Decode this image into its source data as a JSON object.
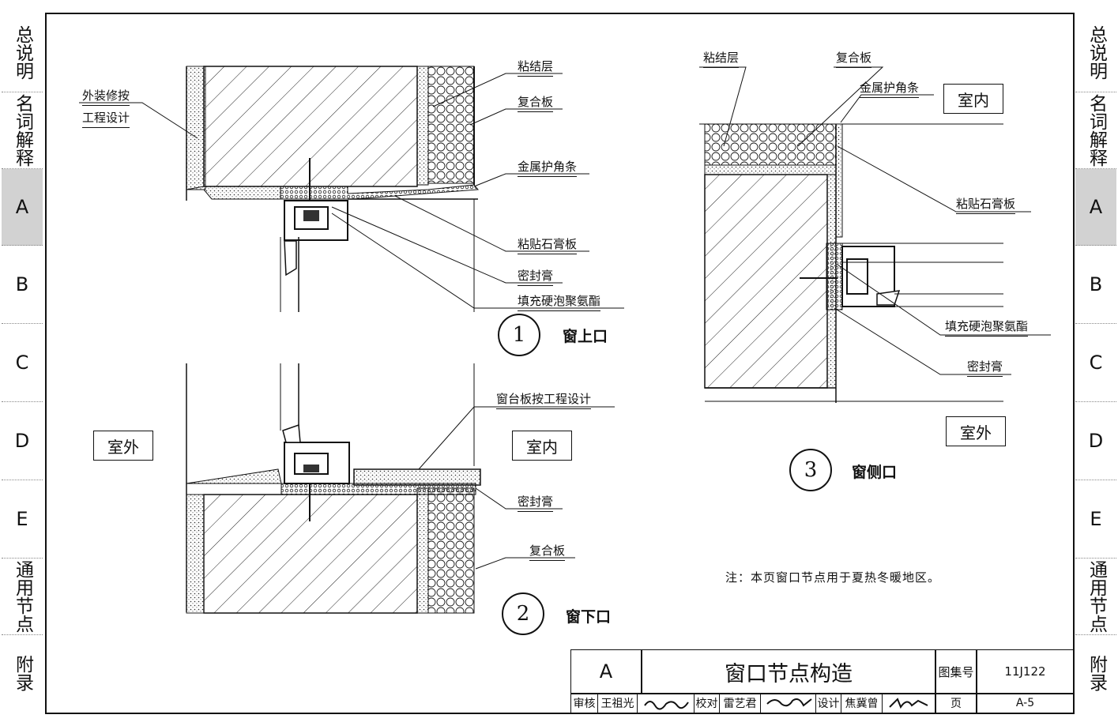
{
  "side_tabs": [
    "总说明",
    "名词解释",
    "A",
    "B",
    "C",
    "D",
    "E",
    "通用节点",
    "附录"
  ],
  "active_tab": "A",
  "details": [
    {
      "num": "1",
      "title": "窗上口"
    },
    {
      "num": "2",
      "title": "窗下口"
    },
    {
      "num": "3",
      "title": "窗侧口"
    }
  ],
  "labels": {
    "d1_exterior_finish": [
      "外装修按",
      "工程设计"
    ],
    "d1_adhesive": "粘结层",
    "d1_composite": "复合板",
    "d1_metal_corner": "金属护角条",
    "d1_gypsum": "粘贴石膏板",
    "d1_sealant": "密封膏",
    "d1_pu_fill": "填充硬泡聚氨酯",
    "d2_sill_board": "窗台板按工程设计",
    "d2_sealant": "密封膏",
    "d2_composite": "复合板",
    "d3_adhesive": "粘结层",
    "d3_composite": "复合板",
    "d3_metal_corner": "金属护角条",
    "d3_gypsum": "粘贴石膏板",
    "d3_pu_fill": "填充硬泡聚氨酯",
    "d3_sealant": "密封膏",
    "outdoor_1": "室外",
    "indoor_1": "室内",
    "indoor_2": "室内",
    "outdoor_2": "室外"
  },
  "note": "注：本页窗口节点用于夏热冬暖地区。",
  "title_block": {
    "section": "A",
    "drawing_title": "窗口节点构造",
    "atlas_label": "图集号",
    "atlas_no": "11J122",
    "page_label": "页",
    "page_no": "A-5",
    "review_label": "审核",
    "reviewer": "王祖光",
    "check_label": "校对",
    "checker": "雷艺君",
    "design_label": "设计",
    "designer": "焦冀曾"
  }
}
